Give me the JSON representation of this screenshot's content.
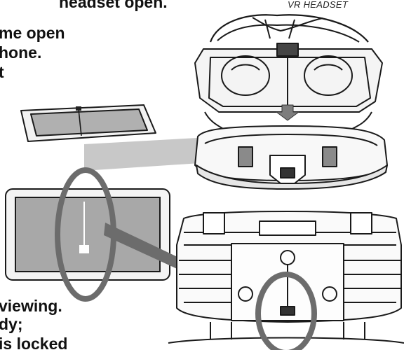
{
  "instructions": {
    "top_line_1": "headset open.",
    "top_line_2": "me open",
    "top_line_3": "hone.",
    "top_line_4": "t",
    "bottom_line_1": "viewing.",
    "bottom_line_2": "dy;",
    "bottom_line_3": "is locked"
  },
  "labels": {
    "headset": "VR HEADSET"
  },
  "colors": {
    "ink": "#222222",
    "gray_fill": "#9a9a9a",
    "phone_screen": "#a6a6a6",
    "highlight": "#7a7a7a",
    "arrow": "#b4b4b4"
  }
}
